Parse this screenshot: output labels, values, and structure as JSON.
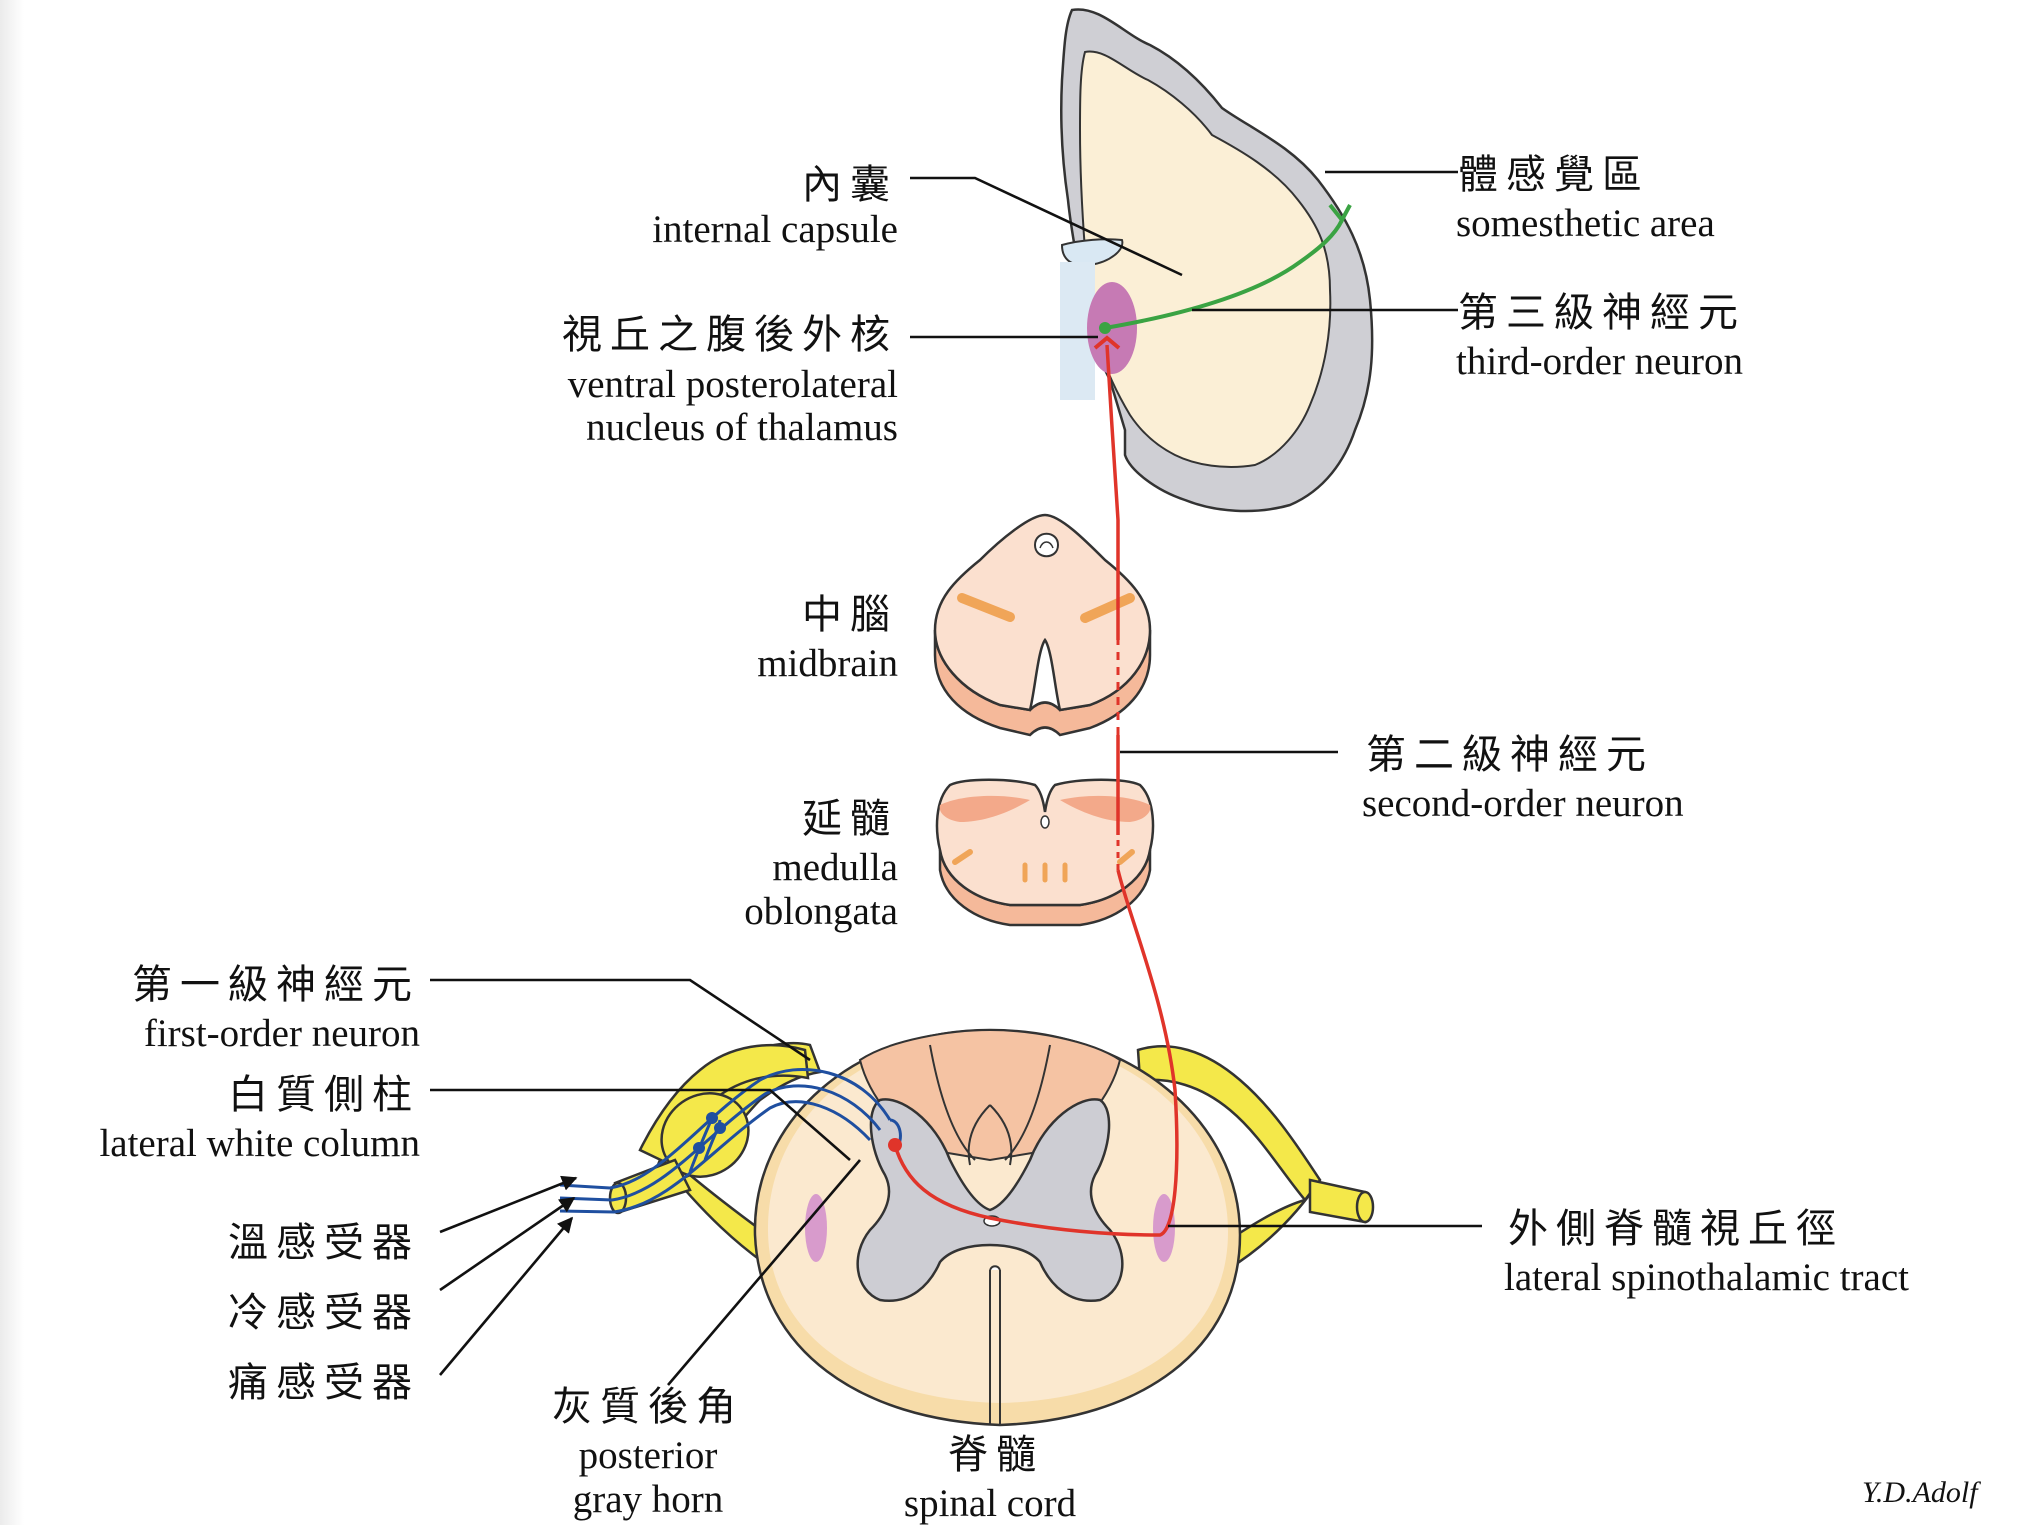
{
  "labels": {
    "internal_capsule": {
      "zh": "內囊",
      "en": "internal capsule"
    },
    "vpl_nucleus": {
      "zh": "視丘之腹後外核",
      "en_line1": "ventral posterolateral",
      "en_line2": "nucleus of thalamus"
    },
    "somesthetic_area": {
      "zh": "體感覺區",
      "en": "somesthetic area"
    },
    "third_order": {
      "zh": "第三級神經元",
      "en": "third-order neuron"
    },
    "midbrain": {
      "zh": "中腦",
      "en": "midbrain"
    },
    "second_order": {
      "zh": "第二級神經元",
      "en": "second-order neuron"
    },
    "medulla": {
      "zh": "延髓",
      "en_line1": "medulla",
      "en_line2": "oblongata"
    },
    "first_order": {
      "zh": "第一級神經元",
      "en": "first-order neuron"
    },
    "lateral_white_column": {
      "zh": "白質側柱",
      "en": "lateral white column"
    },
    "warm_receptor": {
      "zh": "溫感受器"
    },
    "cold_receptor": {
      "zh": "冷感受器"
    },
    "pain_receptor": {
      "zh": "痛感受器"
    },
    "posterior_gray_horn": {
      "zh": "灰質後角",
      "en_line1": "posterior",
      "en_line2": "gray horn"
    },
    "spinal_cord": {
      "zh": "脊髓",
      "en": "spinal cord"
    },
    "lateral_spinothalamic": {
      "zh": "外側脊髓視丘徑",
      "en": "lateral spinothalamic tract"
    }
  },
  "signature": "Y.D.Adolf",
  "colors": {
    "first_order_neuron": "#1f4fa0",
    "second_order_neuron": "#e0342a",
    "third_order_neuron": "#3aa343",
    "nerve": "#f4e84a",
    "gray_matter": "#cdcdd3",
    "white_matter": "#fbe9cf",
    "tract_nucleus": "#c67ab4",
    "brainstem": "#f9d5bd"
  }
}
